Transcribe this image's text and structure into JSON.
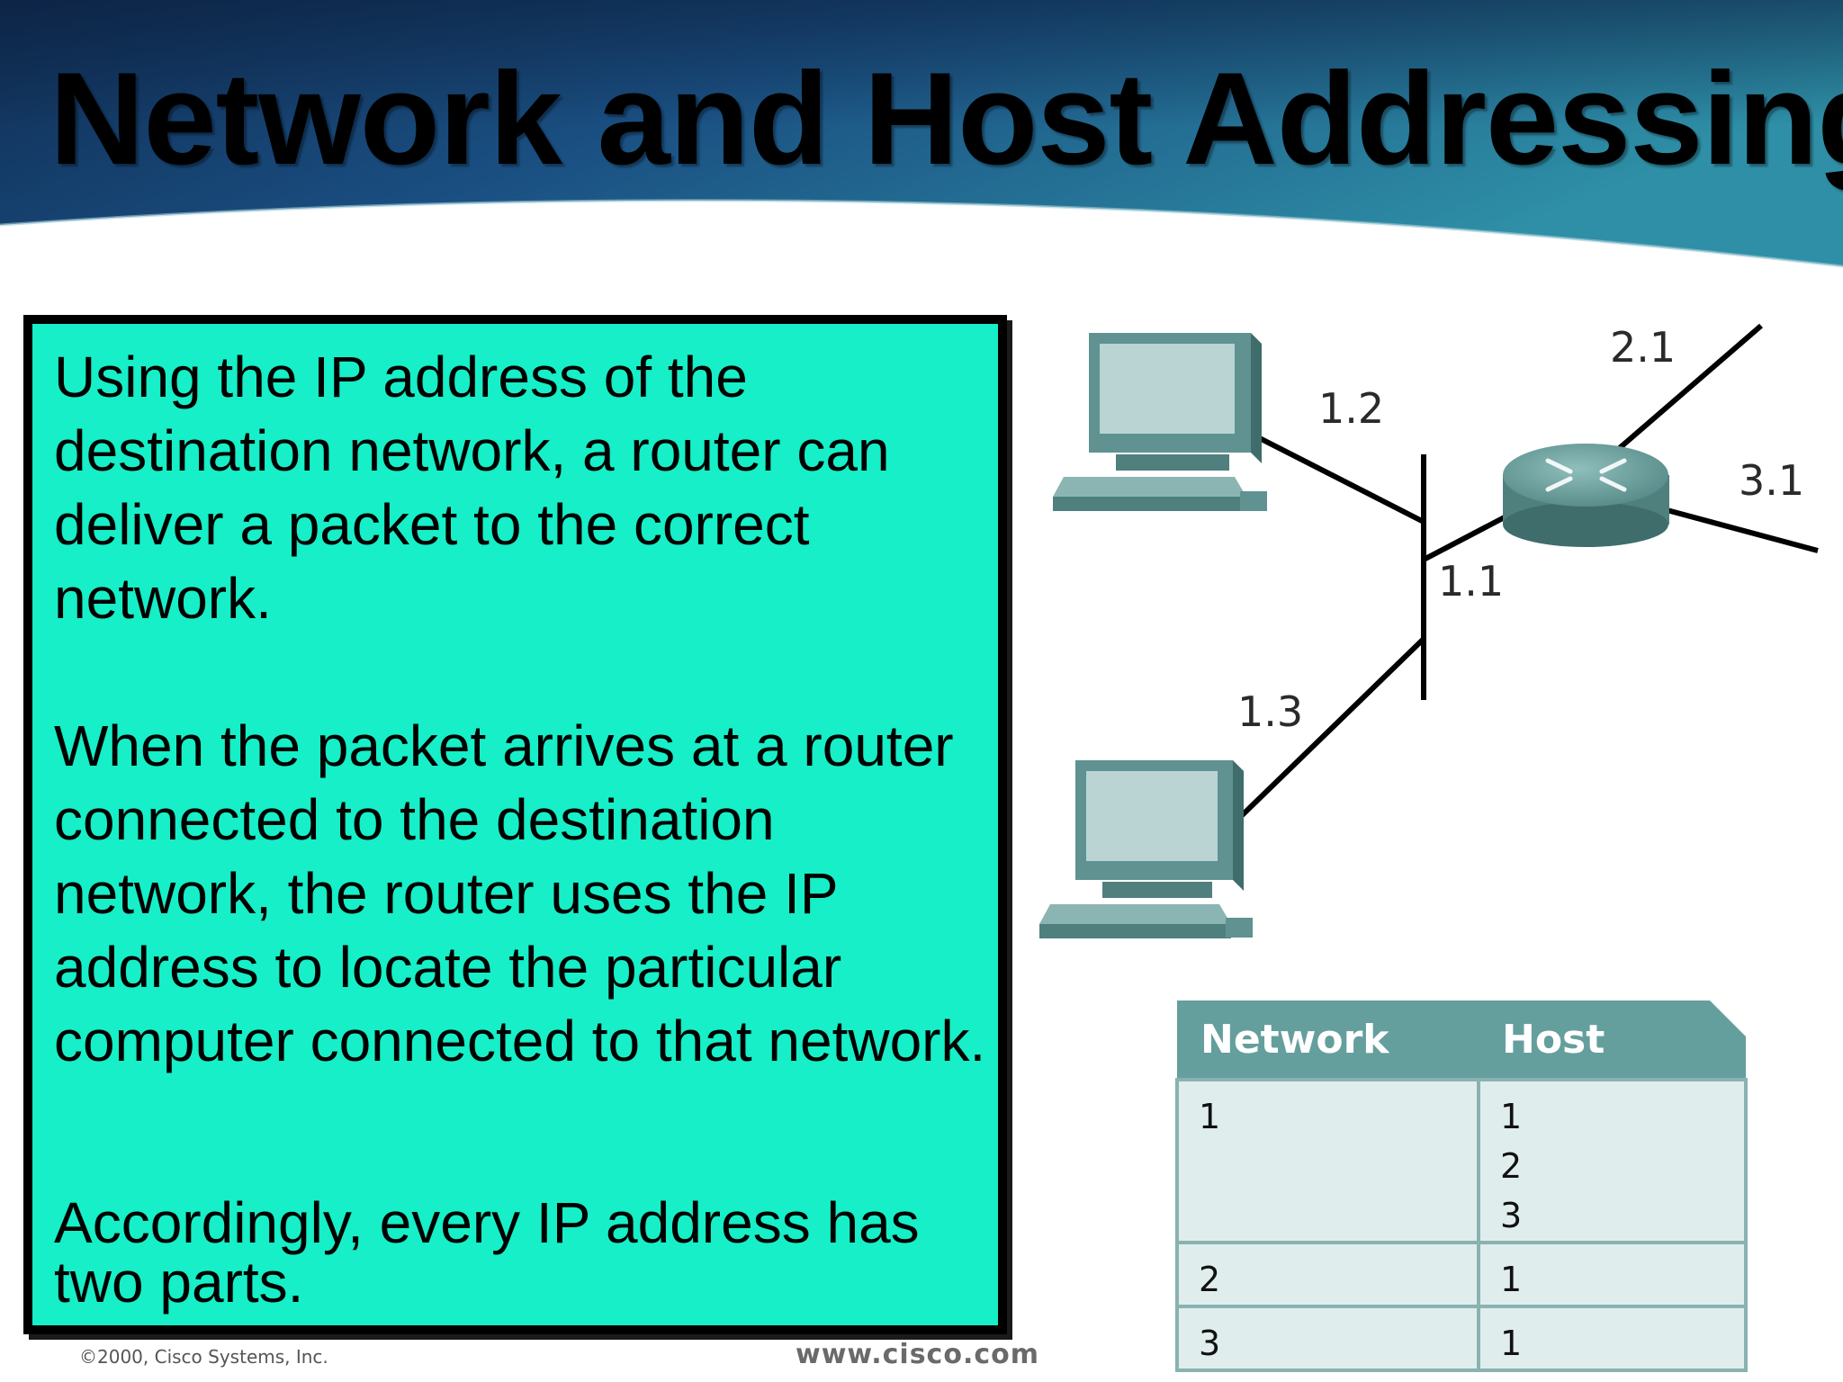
{
  "slide": {
    "title": "Network and Host Addressing",
    "paragraphs": [
      "Using the IP address of the destination network, a router can deliver a packet to the correct network.",
      "When the packet arrives at a router connected to the destination network, the router uses the IP address to locate the particular computer connected to that network.",
      "Accordingly, every IP address has two parts."
    ],
    "textbox_color": "#16efc7",
    "banner_color": "#1a4f82"
  },
  "diagram": {
    "labels": {
      "host_top": "1.2",
      "host_bottom": "1.3",
      "router_lan": "1.1",
      "router_link_upper": "2.1",
      "router_link_right": "3.1"
    },
    "device_color": "#5f9290"
  },
  "table": {
    "headers": [
      "Network",
      "Host"
    ],
    "rows": [
      {
        "network": "1",
        "hosts": [
          "1",
          "2",
          "3"
        ]
      },
      {
        "network": "2",
        "hosts": [
          "1"
        ]
      },
      {
        "network": "3",
        "hosts": [
          "1"
        ]
      }
    ]
  },
  "footer": {
    "copyright": "©2000, Cisco Systems, Inc.",
    "website": "www.cisco.com"
  }
}
